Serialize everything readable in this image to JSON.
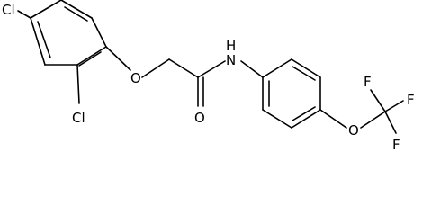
{
  "molecule": {
    "atoms": {
      "cl_top": "Cl",
      "cl_bottom": "Cl",
      "o_ether": "O",
      "o_carbonyl": "O",
      "n_amide": "N",
      "h_amide": "H",
      "o_ocf3": "O",
      "f_1": "F",
      "f_2": "F",
      "f_3": "F"
    }
  },
  "colors": {
    "bond": "#000000",
    "label": "#000000",
    "background": "#ffffff"
  }
}
